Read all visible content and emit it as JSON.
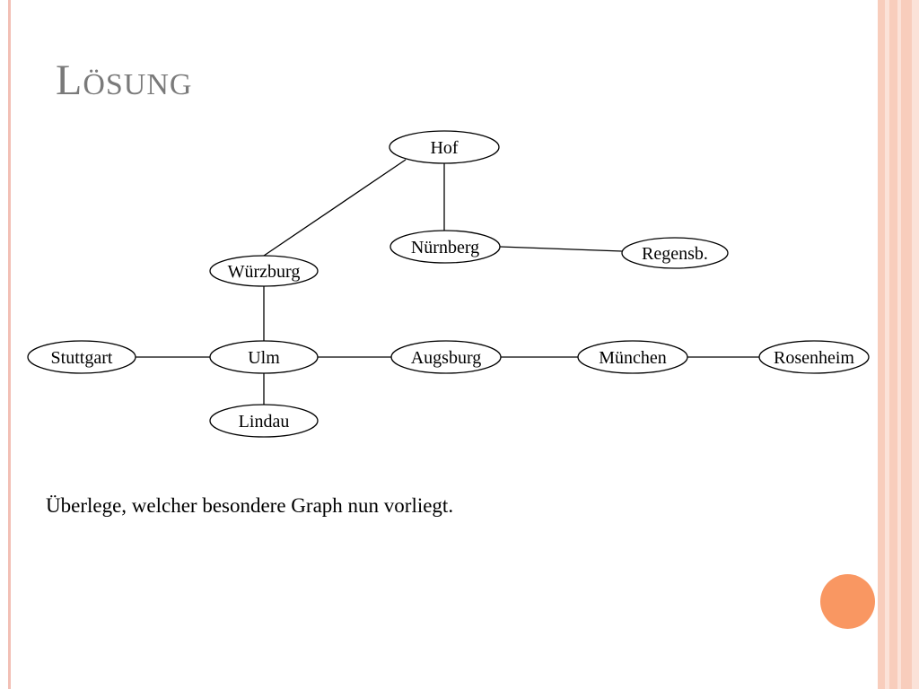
{
  "title": "Lösung",
  "question": "Überlege, welcher besondere Graph nun vorliegt.",
  "colors": {
    "left_border": "#f2bfb5",
    "stripe_peach": "#f8cdbc",
    "stripe_light": "#fbe2d8",
    "title": "#7a7a7a",
    "accent_circle": "#f99762"
  },
  "graph": {
    "nodes": [
      {
        "id": "hof",
        "label": "Hof"
      },
      {
        "id": "nuernberg",
        "label": "Nürnberg"
      },
      {
        "id": "regensburg",
        "label": "Regensb."
      },
      {
        "id": "wuerzburg",
        "label": "Würzburg"
      },
      {
        "id": "stuttgart",
        "label": "Stuttgart"
      },
      {
        "id": "ulm",
        "label": "Ulm"
      },
      {
        "id": "augsburg",
        "label": "Augsburg"
      },
      {
        "id": "muenchen",
        "label": "München"
      },
      {
        "id": "rosenheim",
        "label": "Rosenheim"
      },
      {
        "id": "lindau",
        "label": "Lindau"
      }
    ],
    "edges": [
      [
        "hof",
        "wuerzburg"
      ],
      [
        "hof",
        "nuernberg"
      ],
      [
        "nuernberg",
        "regensburg"
      ],
      [
        "wuerzburg",
        "ulm"
      ],
      [
        "stuttgart",
        "ulm"
      ],
      [
        "ulm",
        "augsburg"
      ],
      [
        "augsburg",
        "muenchen"
      ],
      [
        "muenchen",
        "rosenheim"
      ],
      [
        "ulm",
        "lindau"
      ]
    ]
  }
}
